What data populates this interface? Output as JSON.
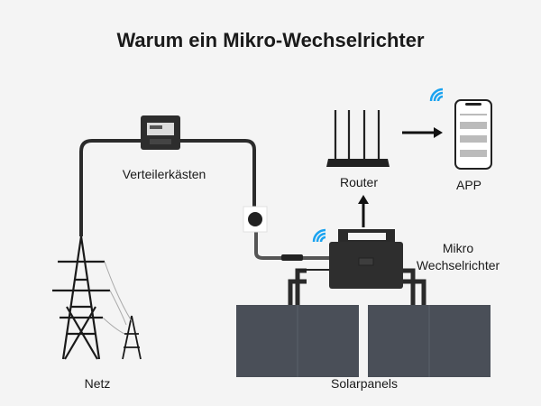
{
  "title": "Warum ein Mikro-Wechselrichter",
  "labels": {
    "meter": "Verteilerkästen",
    "router": "Router",
    "app": "APP",
    "inverter_line1": "Mikro",
    "inverter_line2": "Wechselrichter",
    "panels": "Solarpanels",
    "grid": "Netz"
  },
  "colors": {
    "wifi": "#1aa3f0",
    "device": "#2a2a2a",
    "panel": "#4a4f58"
  }
}
